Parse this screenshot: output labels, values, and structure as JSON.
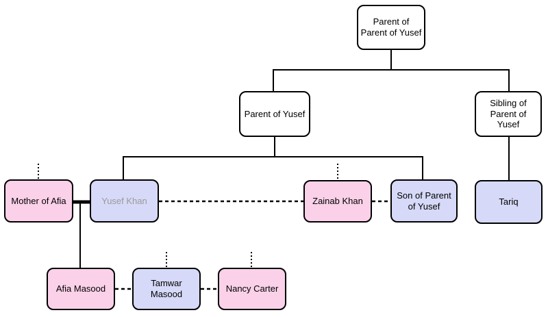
{
  "diagram": {
    "type": "family-tree",
    "colors": {
      "pink_fill": "#fad1e9",
      "lavender_fill": "#d6d9f7",
      "neutral_fill": "#ffffff",
      "border": "#000000",
      "line": "#000000",
      "muted_text": "#9a9a9a",
      "background": "#ffffff"
    },
    "nodes": [
      {
        "id": "parent-of-parent-of-yusef",
        "label": "Parent of Parent of Yusef",
        "fill": "white"
      },
      {
        "id": "parent-of-yusef",
        "label": "Parent of Yusef",
        "fill": "white"
      },
      {
        "id": "sibling-of-parent-of-yusef",
        "label": "Sibling of Parent of Yusef",
        "fill": "white"
      },
      {
        "id": "mother-of-afia",
        "label": "Mother of Afia",
        "fill": "pink"
      },
      {
        "id": "yusef-khan",
        "label": "Yusef Khan",
        "fill": "lavender",
        "text_muted": true
      },
      {
        "id": "zainab-khan",
        "label": "Zainab Khan",
        "fill": "pink"
      },
      {
        "id": "son-of-parent-of-yusef",
        "label": "Son of Parent of Yusef",
        "fill": "lavender"
      },
      {
        "id": "tariq",
        "label": "Tariq",
        "fill": "lavender"
      },
      {
        "id": "afia-masood",
        "label": "Afia Masood",
        "fill": "pink"
      },
      {
        "id": "tamwar-masood",
        "label": "Tamwar Masood",
        "fill": "lavender"
      },
      {
        "id": "nancy-carter",
        "label": "Nancy Carter",
        "fill": "pink"
      }
    ],
    "edges": [
      {
        "from": "parent-of-parent-of-yusef",
        "to": "parent-of-yusef",
        "style": "solid",
        "relation": "parent-child"
      },
      {
        "from": "parent-of-parent-of-yusef",
        "to": "sibling-of-parent-of-yusef",
        "style": "solid",
        "relation": "parent-child"
      },
      {
        "from": "parent-of-yusef",
        "to": "yusef-khan",
        "style": "solid",
        "relation": "parent-child"
      },
      {
        "from": "parent-of-yusef",
        "to": "son-of-parent-of-yusef",
        "style": "solid",
        "relation": "parent-child"
      },
      {
        "from": "sibling-of-parent-of-yusef",
        "to": "tariq",
        "style": "solid",
        "relation": "parent-child"
      },
      {
        "from": "mother-of-afia",
        "to": "yusef-khan",
        "style": "bold",
        "relation": "union"
      },
      {
        "from": "mother-of-afia",
        "to": "afia-masood",
        "style": "solid",
        "relation": "parent-child"
      },
      {
        "from": "yusef-khan",
        "to": "zainab-khan",
        "style": "dashed",
        "relation": "link"
      },
      {
        "from": "zainab-khan",
        "to": "son-of-parent-of-yusef",
        "style": "dashed",
        "relation": "link"
      },
      {
        "from": "afia-masood",
        "to": "tamwar-masood",
        "style": "dashed",
        "relation": "link"
      },
      {
        "from": "tamwar-masood",
        "to": "nancy-carter",
        "style": "dashed",
        "relation": "link"
      }
    ],
    "dotted_stubs_above": [
      "mother-of-afia",
      "zainab-khan",
      "tamwar-masood",
      "nancy-carter"
    ]
  }
}
